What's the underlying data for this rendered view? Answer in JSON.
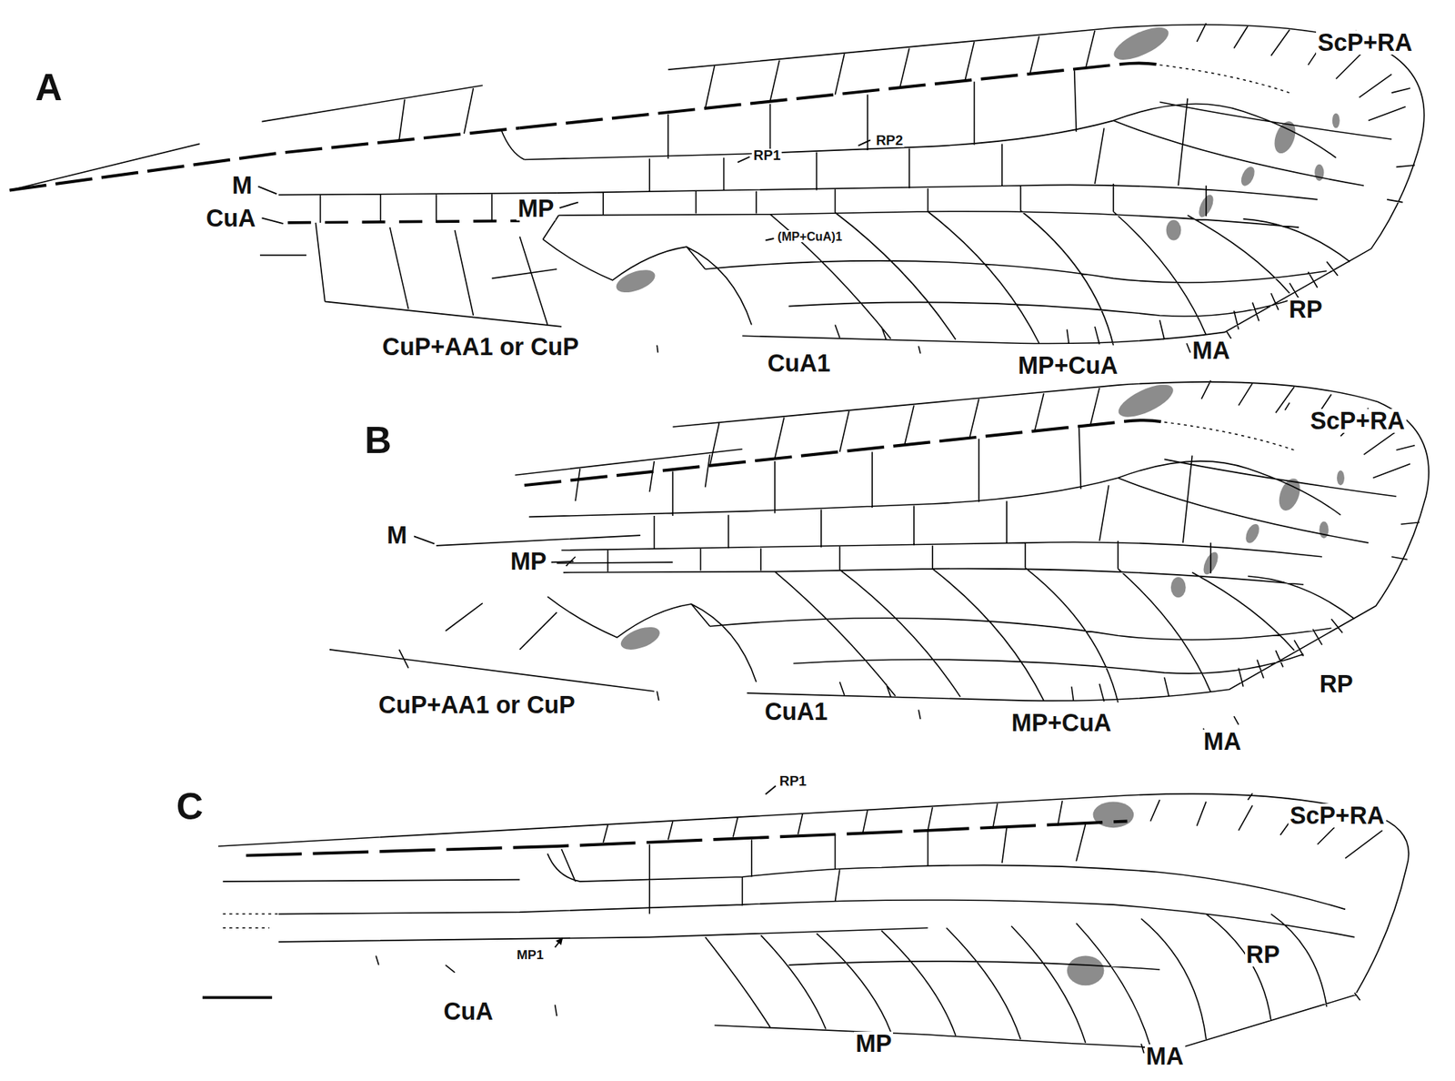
{
  "diagram": {
    "labels": [
      "A",
      "ScP+RA",
      "RP1",
      "RP2",
      "M",
      "CuA",
      "MP",
      "(MP+CuA)1",
      "CuP+AA1 or CuP",
      "CuA1",
      "MP+CuA",
      "MA",
      "RP",
      "B",
      "ScP+RA",
      "M",
      "MP",
      "RP",
      "CuP+AA1 or CuP",
      "CuA1",
      "MP+CuA",
      "MA",
      "C",
      "ScP+RA",
      "RP1",
      "MP1",
      "CuA",
      "RP",
      "MP",
      "MA"
    ]
  }
}
